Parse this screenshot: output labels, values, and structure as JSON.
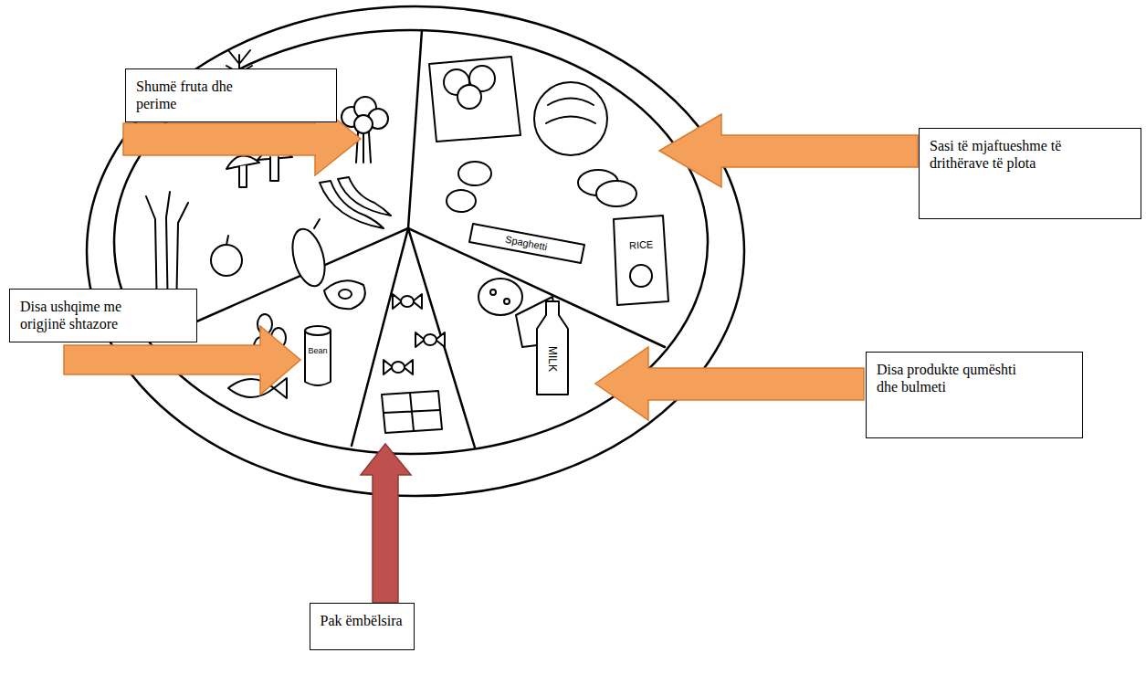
{
  "diagram": {
    "nodes": [
      {
        "text": [
          "Shumë fruta dhe perime"
        ]
      },
      {
        "text": [
          "Sasi të mjaftueshme të drithërave të plota"
        ]
      },
      {
        "text": [
          "Disa ushqime me origjinë shtazore"
        ]
      },
      {
        "text": [
          "Disa produkte qumështi dhe bulmeti"
        ]
      },
      {
        "text": [
          "Pak ëmbëlsira"
        ]
      }
    ],
    "labels": [
      "Spaghetti",
      "RICE",
      "MILK",
      "Bean"
    ]
  }
}
